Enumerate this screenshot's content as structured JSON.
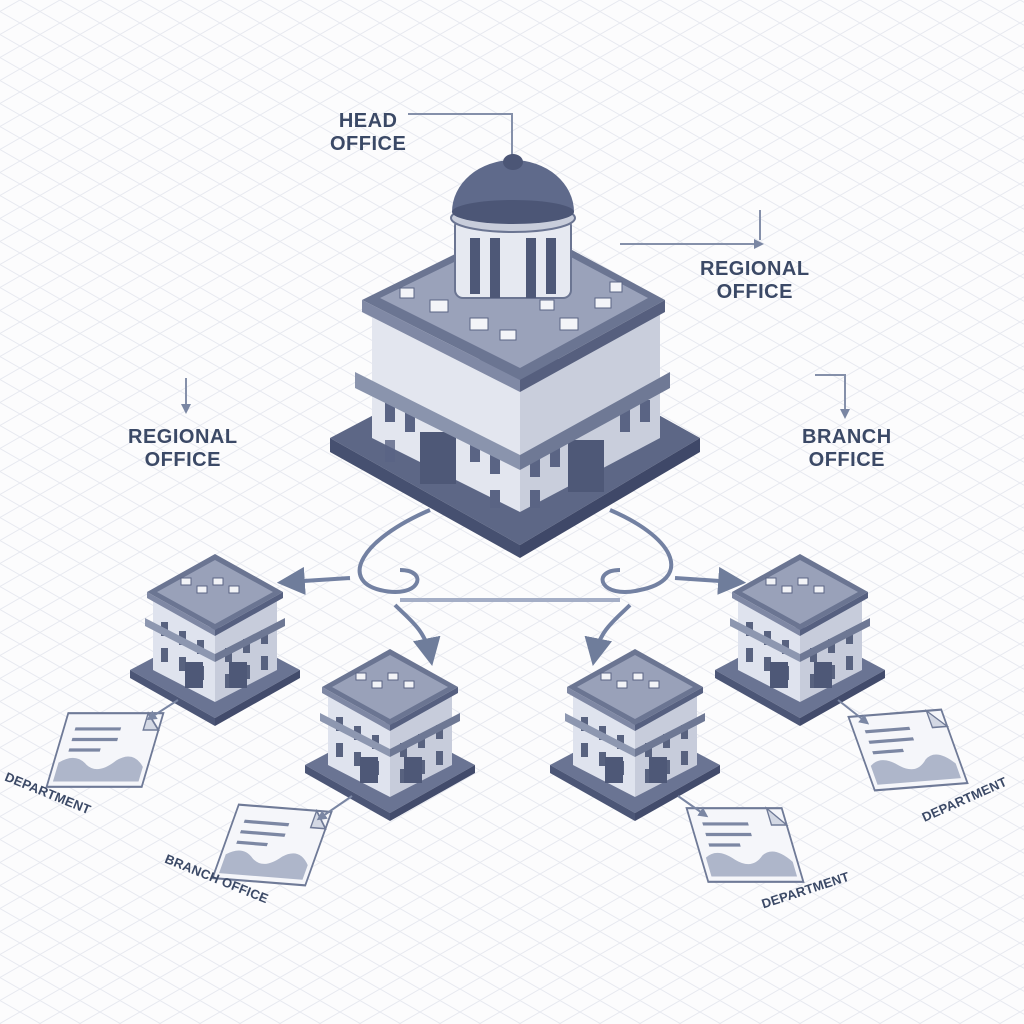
{
  "labels": {
    "head_office": [
      "HEAD",
      "OFFICE"
    ],
    "regional_office_right": [
      "REGIONAL",
      "OFFICE"
    ],
    "regional_office_left": [
      "REGIONAL",
      "OFFICE"
    ],
    "branch_office_right": [
      "BRANCH",
      "OFFICE"
    ],
    "department_left": "DEPARTMENT",
    "branch_office_bottom": "BRANCH OFFICE",
    "department_bottom": "DEPARTMENT",
    "department_right": "DEPARTMENT"
  },
  "colors": {
    "line": "#6f7d9b",
    "building_roof": "#6b7592",
    "building_wall": "#dfe3ee",
    "building_dark": "#4e5877",
    "text": "#3b4966",
    "grid": "#e7e9f0"
  },
  "icons": [
    "building-icon",
    "dome-icon",
    "document-icon",
    "arrow-icon"
  ]
}
